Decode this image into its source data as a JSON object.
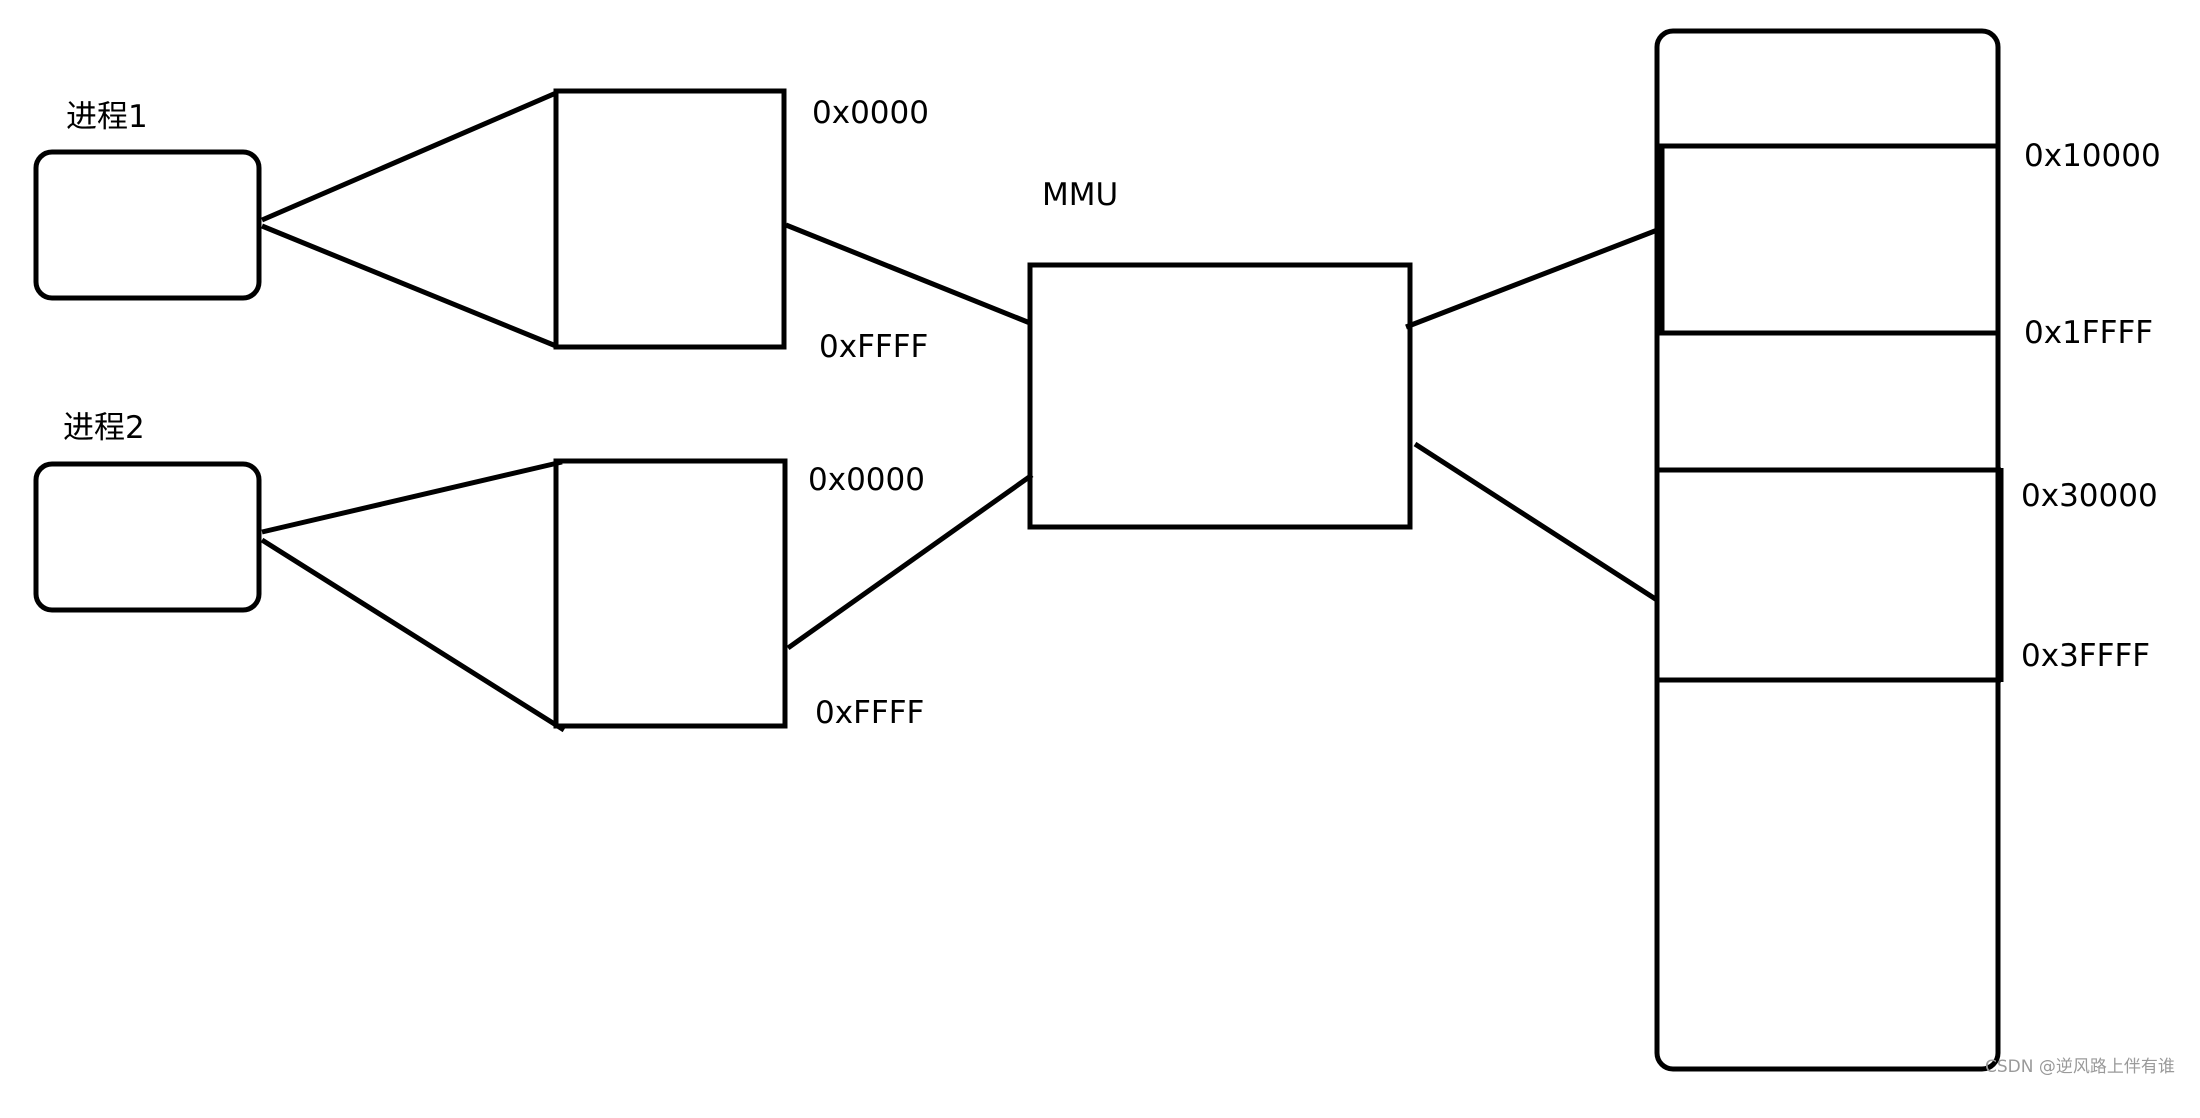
{
  "diagram": {
    "processes": [
      {
        "label": "进程1"
      },
      {
        "label": "进程2"
      }
    ],
    "virtual_spaces": [
      {
        "start": "0x0000",
        "end": "0xFFFF"
      },
      {
        "start": "0x0000",
        "end": "0xFFFF"
      }
    ],
    "mmu": {
      "label": "MMU"
    },
    "physical_memory": {
      "regions": [
        {
          "start": "0x10000",
          "end": "0x1FFFF"
        },
        {
          "start": "0x30000",
          "end": "0x3FFFF"
        }
      ]
    },
    "watermark": "CSDN @逆风路上伴有谁"
  }
}
